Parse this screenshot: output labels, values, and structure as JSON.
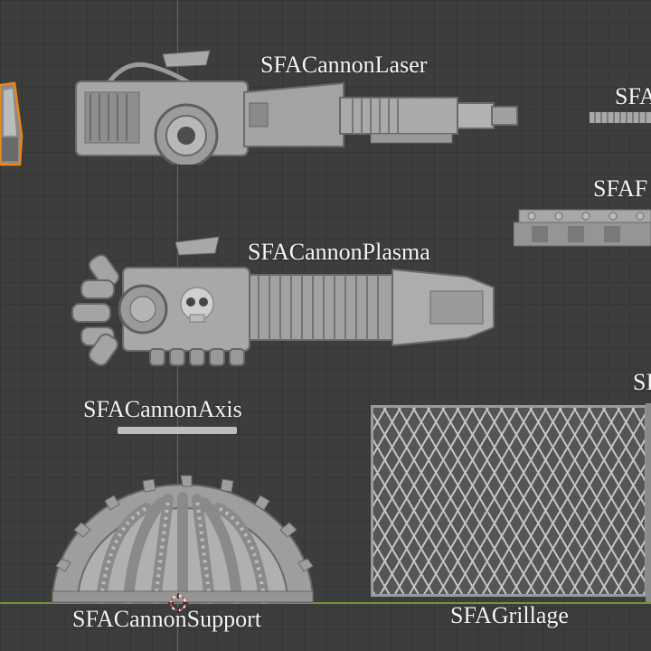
{
  "scene": {
    "grid_color": "#353535",
    "background_color": "#3d3d3d",
    "axis_x_color": "#6e9a2e",
    "axis_y_color": "#4a6fb5",
    "selection_color": "#e8891e"
  },
  "labels": {
    "cannon_laser": "SFACannonLaser",
    "cannon_plasma": "SFACannonPlasma",
    "cannon_axis": "SFACannonAxis",
    "cannon_support": "SFACannonSupport",
    "grillage": "SFAGrillage",
    "partial_right_1": "SFA",
    "partial_right_2": "SFAF",
    "partial_right_3": "SI"
  },
  "icons": {
    "origin": "3d-cursor-icon",
    "skull": "skull-icon"
  }
}
